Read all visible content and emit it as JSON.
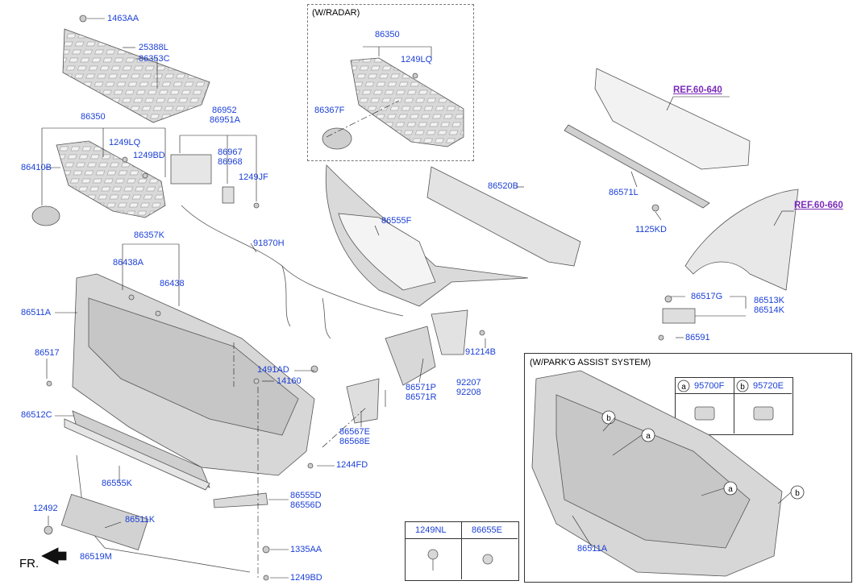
{
  "radar_box_title": "(W/RADAR)",
  "park_box_title": "(W/PARK'G ASSIST SYSTEM)",
  "direction": "FR.",
  "labels": [
    "1463AA",
    "25388L",
    "86353C",
    "86350",
    "1249LQ",
    "1249BD",
    "86410B",
    "86952",
    "86951A",
    "86967",
    "86968",
    "1249JF",
    "86357K",
    "86438A",
    "86438",
    "91870H",
    "86511A",
    "86517",
    "1491AD",
    "14160",
    "86512C",
    "86555K",
    "12492",
    "86511K",
    "86519M",
    "1244FD",
    "86555D",
    "86556D",
    "1335AA",
    "1249BD",
    "86567E",
    "86568E",
    "86571P",
    "86571R",
    "91214B",
    "92207",
    "92208",
    "86555F",
    "86520B",
    "86571L",
    "1125KD",
    "86517G",
    "86513K",
    "86514K",
    "86591",
    "86350",
    "1249LQ",
    "86367F",
    "86511A"
  ],
  "refs": [
    "REF.60-640",
    "REF.60-660"
  ],
  "parking_sensors": [
    {
      "mark": "a",
      "code": "95700F"
    },
    {
      "mark": "b",
      "code": "95720E"
    }
  ],
  "fastener_table": {
    "headers": [
      "1249NL",
      "86655E"
    ]
  },
  "callouts": [
    "b",
    "a",
    "a",
    "b"
  ]
}
